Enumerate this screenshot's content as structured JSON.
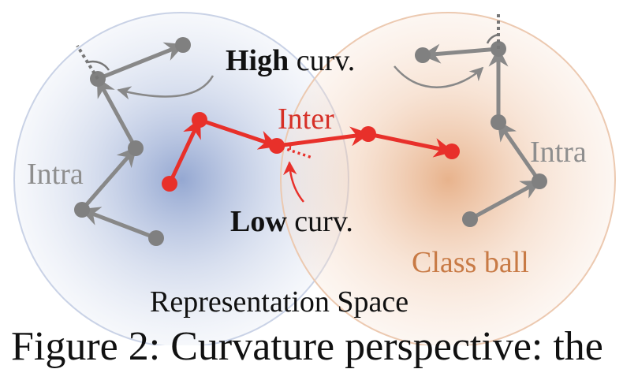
{
  "labels": {
    "high_bold": "High",
    "high_rest": " curv.",
    "low_bold": "Low",
    "low_rest": " curv.",
    "inter": "Inter",
    "intra_left": "Intra",
    "intra_right": "Intra",
    "class_ball": "Class ball",
    "space": "Representation Space",
    "caption": "Figure 2: Curvature perspective: the"
  },
  "colors": {
    "left_ball": "#8fa3cf",
    "right_ball": "#e4a679",
    "intra_path": "#888888",
    "inter_path": "#e8302a",
    "label_gray": "#8e8e8e",
    "label_red": "#d63027",
    "label_orange": "#c87a45"
  }
}
